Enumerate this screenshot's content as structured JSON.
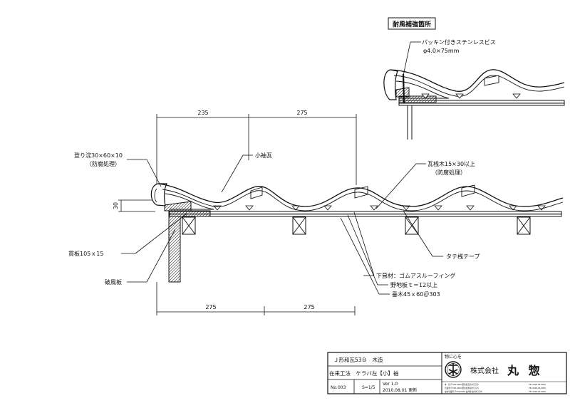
{
  "detail": {
    "title": "耐風補強箇所",
    "screw_name": "パッキン付きステンレスビス",
    "screw_size": "φ4.0×75mm"
  },
  "dimensions": {
    "top_left": "235",
    "top_right": "275",
    "bottom_left": "275",
    "bottom_right": "275",
    "height": "30"
  },
  "labels": {
    "noborido_1": "登り淀30×60×10",
    "noborido_2": "（防腐処理）",
    "sode_tile": "小袖瓦",
    "sanki_1": "瓦桟木15×30以上",
    "sanki_2": "（防腐処理）",
    "nukiita": "貫板105ｘ15",
    "hafuita": "破風板",
    "tate_tape": "タテ桟テープ",
    "shitabuki": "下葺材：ゴムアスルーフィング",
    "nojiita": "野地板ｔ＝12以上",
    "taruki": "垂木45ｘ60＠303"
  },
  "title_block": {
    "product": "Ｊ形和瓦53Ｂ　木造",
    "method": "在来工法　ケラバ左【小】袖",
    "number": "No.003",
    "scale": "S=1/5",
    "version": "Ver 1.0",
    "date": "2010.08.01 更新",
    "slogan": "物に心を",
    "company": "株式会社",
    "company_name": "丸 惣",
    "contact_1a": "本　社/〒000-0000 愛知県高浜市〇〇町",
    "contact_1b": "TEL 0000-00-0000",
    "contact_2a": "営業所/〒000-0000 愛知県碧南市〇〇町",
    "contact_2b": "TEL 0000-00-0000",
    "contact_3a": "福井営業所/〒000-0000 福井県坂井市〇〇町",
    "contact_3b": "TEL 0000-00-0000"
  }
}
